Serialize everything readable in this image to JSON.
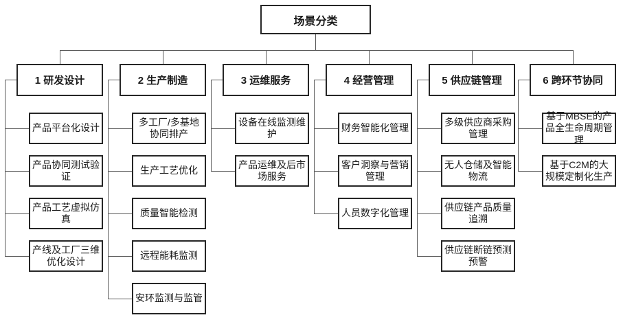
{
  "diagram": {
    "root": {
      "label": "场景分类"
    },
    "columns": [
      {
        "header": "1 研发设计",
        "children": [
          "产品平台化设计",
          "产品协同测试验证",
          "产品工艺虚拟仿真",
          "产线及工厂三维优化设计"
        ]
      },
      {
        "header": "2 生产制造",
        "children": [
          "多工厂/多基地协同排产",
          "生产工艺优化",
          "质量智能检测",
          "远程能耗监测",
          "安环监测与监管"
        ]
      },
      {
        "header": "3 运维服务",
        "children": [
          "设备在线监测维护",
          "产品运维及后市场服务"
        ]
      },
      {
        "header": "4 经营管理",
        "children": [
          "财务智能化管理",
          "客户洞察与营销管理",
          "人员数字化管理"
        ]
      },
      {
        "header": "5 供应链管理",
        "children": [
          "多级供应商采购管理",
          "无人仓储及智能物流",
          "供应链产品质量追溯",
          "供应链断链预测预警"
        ]
      },
      {
        "header": "6 跨环节协同",
        "children": [
          "基于MBSE的产品全生命周期管理",
          "基于C2M的大规模定制化生产"
        ]
      }
    ],
    "colors": {
      "box_fill": "#ffffff",
      "box_border": "#262626",
      "connector_line": "#595959",
      "text": "#1a1a1a"
    }
  }
}
